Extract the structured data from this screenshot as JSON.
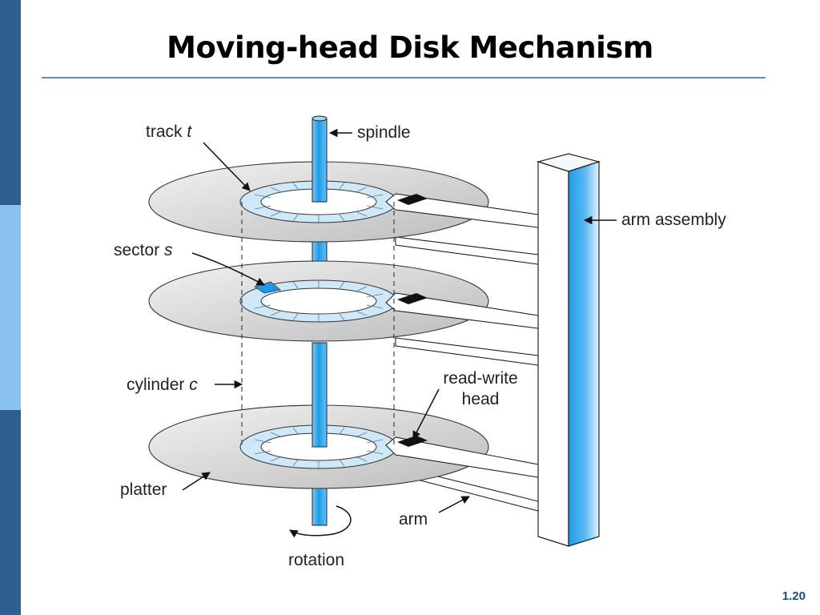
{
  "slide": {
    "title": "Moving-head Disk Mechanism",
    "page_number": "1.20"
  },
  "labels": {
    "track_prefix": "track ",
    "track_var": "t",
    "spindle": "spindle",
    "arm_assembly": "arm assembly",
    "sector_prefix": "sector ",
    "sector_var": "s",
    "cylinder_prefix": "cylinder ",
    "cylinder_var": "c",
    "read_write_line1": "read-write",
    "read_write_line2": "head",
    "platter": "platter",
    "arm": "arm",
    "rotation": "rotation"
  },
  "colors": {
    "sidebar_dark": "#2f5f8f",
    "sidebar_light": "#8cc2f0",
    "accent_blue": "#1e9be8",
    "track_ring": "#cfe8f8",
    "sector_highlight": "#1e9be8",
    "platter_gray": "#d9d9d9",
    "head_black": "#111111"
  }
}
